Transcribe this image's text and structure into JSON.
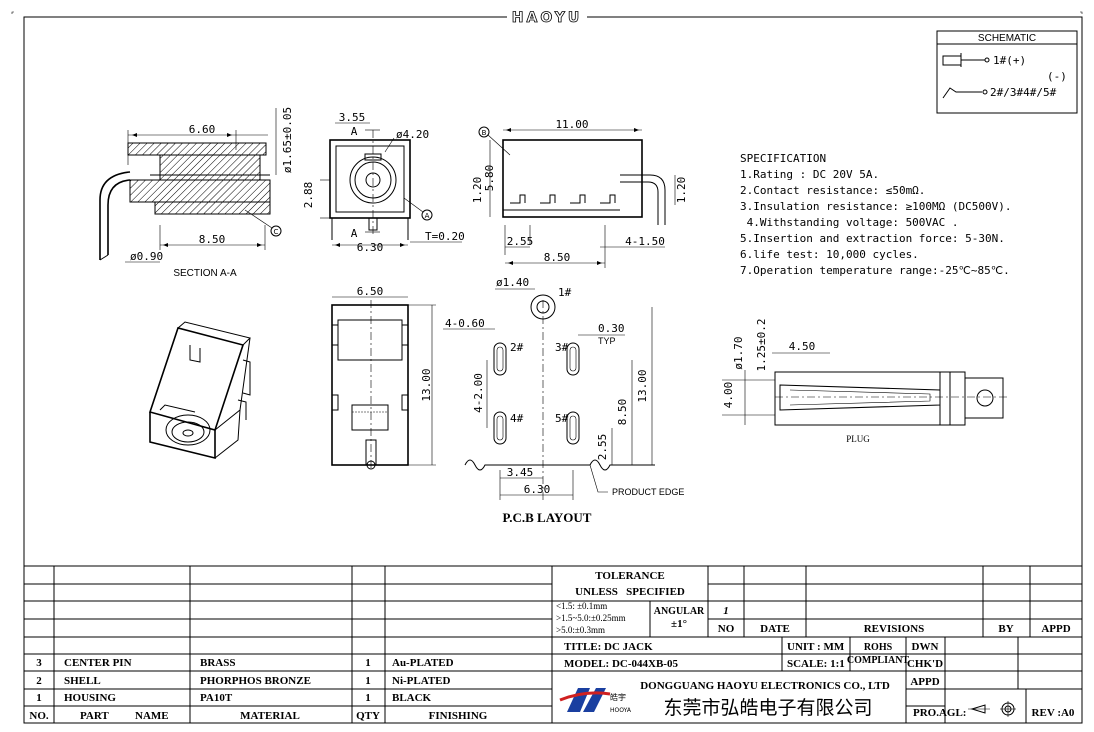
{
  "brand": "HAOYU",
  "schematic": {
    "title": "SCHEMATIC",
    "pin_top": "1#(+)",
    "pin_bottom": "2#/3#4#/5#",
    "minus": "(-)"
  },
  "section": {
    "label": "SECTION A-A",
    "dims": {
      "d1": "6.60",
      "d2": "8.50",
      "d3": "ø0.90",
      "d4": "ø1.65±0.05",
      "c": "C"
    }
  },
  "front": {
    "dims": {
      "d1": "3.55",
      "d2": "ø4.20",
      "d3": "2.88",
      "d4": "6.30",
      "d5": "T=0.20",
      "a1": "A",
      "a2": "A",
      "circ": "A"
    }
  },
  "side": {
    "dims": {
      "d1": "11.00",
      "d2": "1.20",
      "d3": "5.80",
      "d4": "1.20",
      "d5": "2.55",
      "d6": "4-1.50",
      "d7": "8.50",
      "b": "B"
    }
  },
  "bottom": {
    "dims": {
      "d1": "6.50",
      "d2": "13.00"
    }
  },
  "pcb": {
    "title": "P.C.B LAYOUT",
    "dims": {
      "d1": "ø1.40",
      "d2": "4-0.60",
      "d3": "0.30",
      "d4": "TYP",
      "d5": "4-2.00",
      "d6": "13.00",
      "d7": "8.50",
      "d8": "2.55",
      "d9": "3.45",
      "d10": "6.30"
    },
    "pins": {
      "p1": "1#",
      "p2": "2#",
      "p3": "3#",
      "p4": "4#",
      "p5": "5#"
    },
    "edge": "PRODUCT EDGE"
  },
  "plug": {
    "label": "PLUG",
    "dims": {
      "d1": "ø1.70",
      "d2": "1.25±0.2",
      "d3": "4.50",
      "d4": "4.00"
    }
  },
  "specification": {
    "title": "SPECIFICATION",
    "items": [
      "1.Rating : DC 20V 5A.",
      "2.Contact resistance: ≤50mΩ.",
      "3.Insulation resistance: ≥100MΩ  (DC500V).",
      " 4.Withstanding voltage: 500VAC .",
      "5.Insertion and extraction force: 5-30N.",
      "6.life test: 10,000 cycles.",
      "7.Operation temperature range:-25℃~85℃."
    ]
  },
  "bom": {
    "headers": {
      "no": "NO.",
      "part": "PART",
      "name": "NAME",
      "material": "MATERIAL",
      "qty": "QTY",
      "finishing": "FINISHING"
    },
    "rows": [
      {
        "no": "3",
        "part": "CENTER PIN",
        "material": "BRASS",
        "qty": "1",
        "finishing": "Au-PLATED"
      },
      {
        "no": "2",
        "part": "SHELL",
        "material": "PHORPHOS BRONZE",
        "qty": "1",
        "finishing": "Ni-PLATED"
      },
      {
        "no": "1",
        "part": "HOUSING",
        "material": "PA10T",
        "qty": "1",
        "finishing": "BLACK"
      }
    ]
  },
  "tolerance": {
    "title": "TOLERANCE",
    "subtitle": "UNLESS   SPECIFIED",
    "lines": [
      "<1.5: ±0.1mm",
      ">1.5~5.0:±0.25mm",
      ">5.0:±0.3mm"
    ],
    "angular": "ANGULAR",
    "angular_val": "±1°"
  },
  "revisions": {
    "rev_no": "1",
    "no": "NO",
    "date": "DATE",
    "revisions": "REVISIONS",
    "by": "BY",
    "appd": "APPD"
  },
  "title_block": {
    "title": "TITLE: DC JACK",
    "model": "MODEL: DC-044XB-05",
    "unit": "UNIT : MM",
    "scale": "SCALE: 1:1",
    "rohs1": "ROHS",
    "rohs2": "COMPLIANT",
    "dwn": "DWN",
    "chkd": "CHK'D",
    "appd": "APPD",
    "company_en": "DONGGUANG HAOYU ELECTRONICS CO., LTD",
    "company_cn": "东莞市弘皓电子有限公司",
    "logo_cn": "皓宇",
    "logo_en": "HOOYA",
    "proagl": "PRO.AGL:",
    "rev": "REV :A0"
  }
}
